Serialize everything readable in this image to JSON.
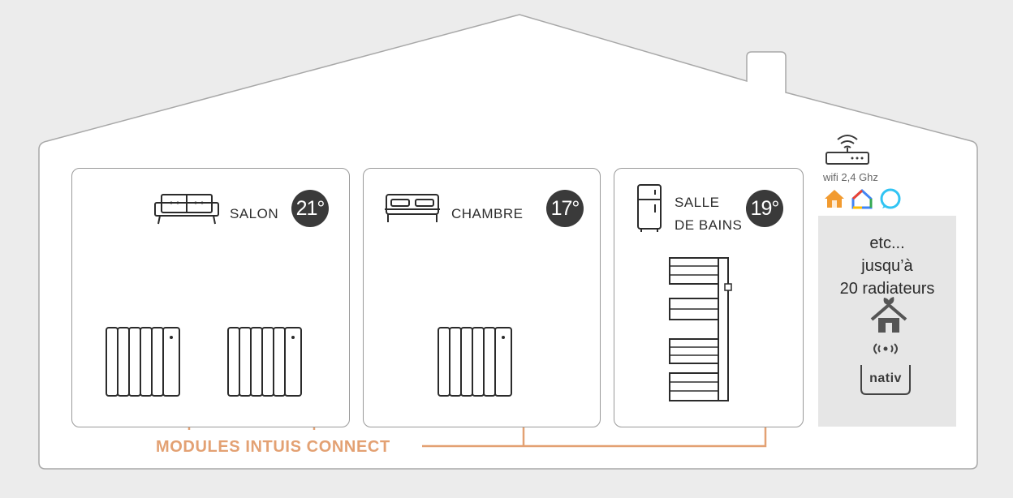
{
  "rooms": [
    {
      "label": "SALON",
      "temperature": "21°",
      "icon": "sofa-icon"
    },
    {
      "label": "CHAMBRE",
      "temperature": "17°",
      "icon": "bed-icon"
    },
    {
      "label_line1": "SALLE",
      "label_line2": "DE BAINS",
      "temperature": "19°",
      "icon": "fridge-icon"
    }
  ],
  "connectivity": {
    "wifi_label": "wifi 2,4 Ghz",
    "icons": [
      "router-icon",
      "home-app-icon",
      "google-home-icon",
      "alexa-icon"
    ]
  },
  "side_panel": {
    "line1": "etc...",
    "line2": "jusqu’à",
    "line3": "20 radiateurs",
    "eco_icon": "eco-house-icon",
    "nativ_label": "nativ"
  },
  "modules_label": "MODULES INTUIS CONNECT",
  "colors": {
    "accent": "#e3a173",
    "dark": "#3a3a3a",
    "outline": "#9a9a9a",
    "background": "#ececec"
  }
}
